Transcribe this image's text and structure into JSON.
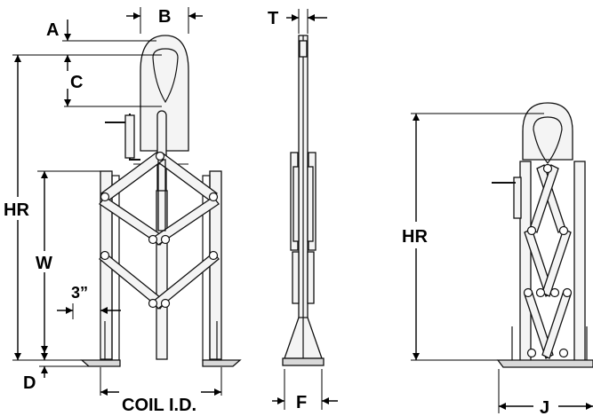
{
  "labels": {
    "a": "A",
    "b": "B",
    "c": "C",
    "t": "T",
    "hr_front": "HR",
    "hr_right": "HR",
    "w": "W",
    "three_inch": "3”",
    "d": "D",
    "coil_id": "COIL I.D.",
    "f": "F",
    "j": "J"
  }
}
